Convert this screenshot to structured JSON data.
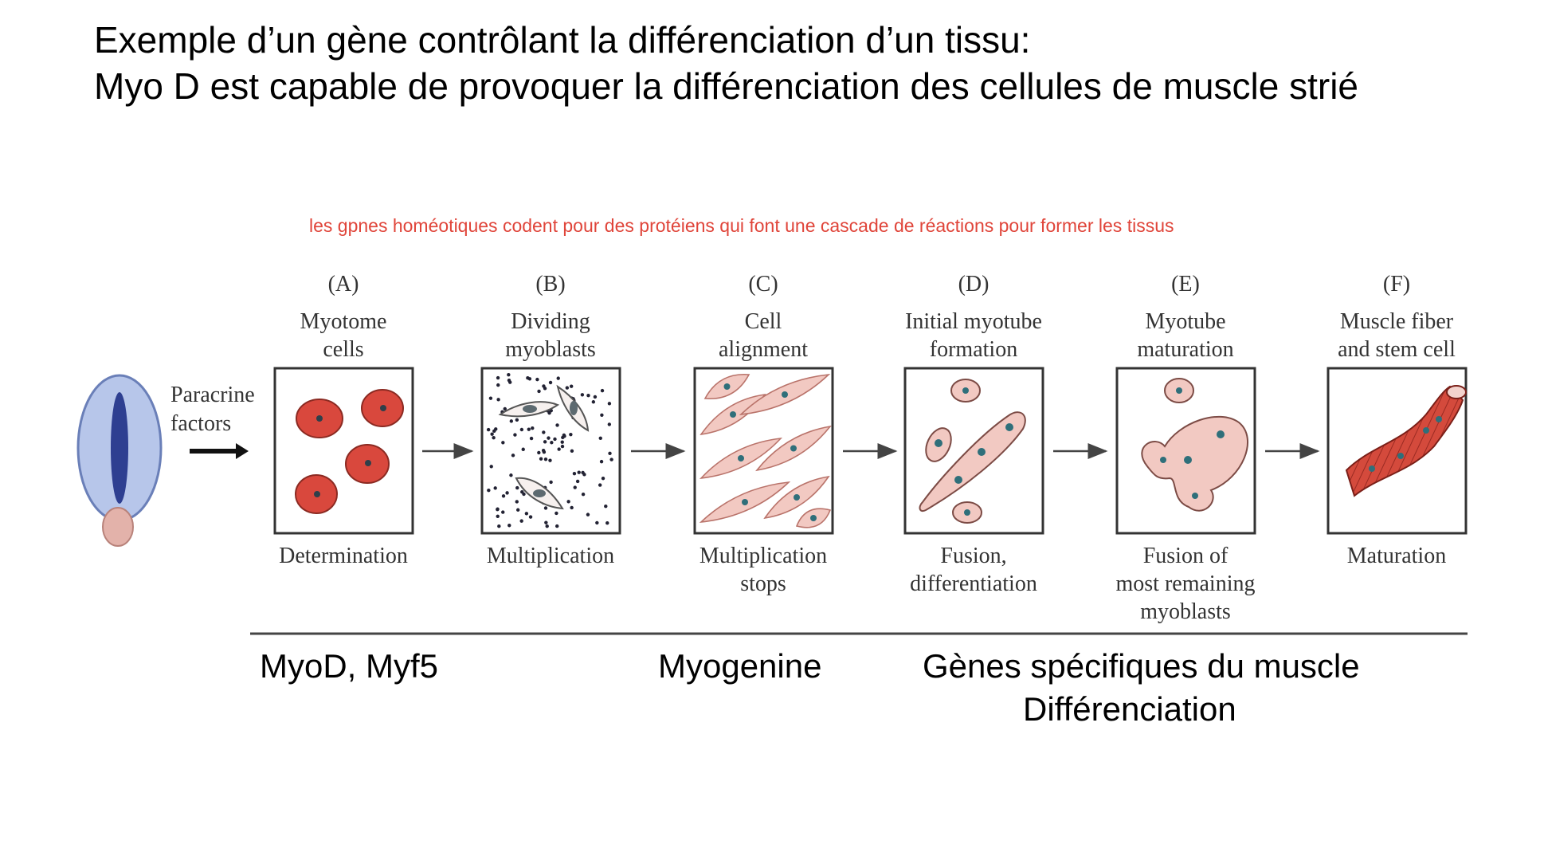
{
  "header": {
    "title_line1": "Exemple d’un gène contrôlant la différenciation d’un tissu:",
    "title_line2": "Myo D est capable de provoquer la différenciation des cellules de muscle strié"
  },
  "annotation": "les gpnes homéotiques codent pour des protéiens qui font une cascade de réactions pour former les tissus",
  "paracrine": {
    "line1": "Paracrine",
    "line2": "factors"
  },
  "stages": [
    {
      "letter": "(A)",
      "title": [
        "Myotome",
        "cells"
      ],
      "caption": [
        "Determination"
      ]
    },
    {
      "letter": "(B)",
      "title": [
        "Dividing",
        "myoblasts"
      ],
      "caption": [
        "Multiplication"
      ]
    },
    {
      "letter": "(C)",
      "title": [
        "Cell",
        "alignment"
      ],
      "caption": [
        "Multiplication",
        "stops"
      ]
    },
    {
      "letter": "(D)",
      "title": [
        "Initial myotube",
        "formation"
      ],
      "caption": [
        "Fusion,",
        "differentiation"
      ]
    },
    {
      "letter": "(E)",
      "title": [
        "Myotube",
        "maturation"
      ],
      "caption": [
        "Fusion of",
        "most remaining",
        "myoblasts"
      ]
    },
    {
      "letter": "(F)",
      "title": [
        "Muscle fiber",
        "and stem cell"
      ],
      "caption": [
        "Maturation"
      ]
    }
  ],
  "genes": {
    "early": "MyoD, Myf5",
    "mid": "Myogenine",
    "late_line1": "Gènes spécifiques du muscle",
    "late_line2": "Différenciation"
  },
  "colors": {
    "cell_red": "#d9483d",
    "cell_pink": "#f2c9c2",
    "nucleus": "#2f6f7a",
    "embryo_blue": "#b7c6ea",
    "notochord": "#2e3f91",
    "annotation_red": "#e0453a"
  }
}
